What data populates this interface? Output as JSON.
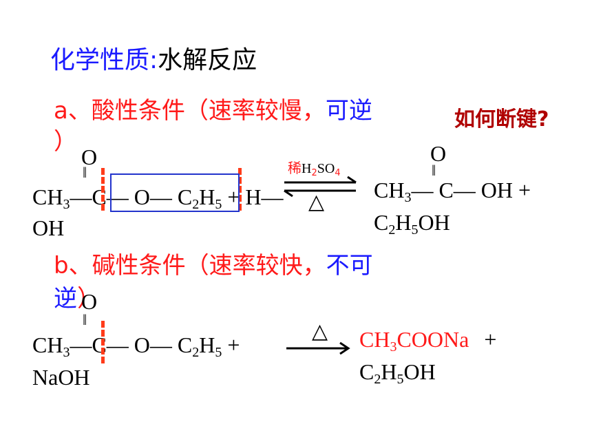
{
  "title": {
    "prefix": "化学性质",
    "colon": ":",
    "suffix": "水解反应"
  },
  "section_a": {
    "start": "a、酸性条件（速率较慢，",
    "reversible": "可逆",
    "end": "）"
  },
  "question": "如何断键?",
  "eq1": {
    "carbonyl_o": "O",
    "double_bond": "‖",
    "ch3": "CH",
    "ch3_sub": "3",
    "c": "—C—",
    "o": "O—",
    "c2h5": "C",
    "c2h5_sub1": "2",
    "h5": "H",
    "c2h5_sub2": "5",
    "plus_h": "+ H—",
    "oh": "OH",
    "catalyst": "稀",
    "catalyst_formula": "H",
    "catalyst_sub1": "2",
    "catalyst_so": "SO",
    "catalyst_sub2": "4",
    "heat": "△",
    "product_o": "O",
    "product_bond": "‖",
    "product_ch3": "CH",
    "product_ch3_sub": "3",
    "product_c": "— C— OH +",
    "product_ethanol": "C",
    "product_e_sub1": "2",
    "product_e_h": "H",
    "product_e_sub2": "5",
    "product_e_oh": "OH"
  },
  "section_b": {
    "start": "b、碱性条件（速率较快，",
    "irreversible": "不可",
    "line2": "逆",
    "end": "）"
  },
  "eq2": {
    "carbonyl_o": "O",
    "double_bond": "‖",
    "ch3": "CH",
    "ch3_sub": "3",
    "c": "—C—",
    "o": "O—",
    "c2h5": "C",
    "c2h5_sub1": "2",
    "h5": "H",
    "c2h5_sub2": "5",
    "plus": "+",
    "naoh": "NaOH",
    "heat": "△",
    "product_salt": "CH",
    "product_salt_sub": "3",
    "product_salt_rest": "COONa",
    "plus2": "+",
    "product_ethanol": "C",
    "product_e_sub1": "2",
    "product_e_h": "H",
    "product_e_sub2": "5",
    "product_e_oh": "OH"
  },
  "colors": {
    "blue": "#1a1aff",
    "red": "#ff1a1a",
    "dark_red": "#b00000",
    "box": "#2233cc"
  }
}
